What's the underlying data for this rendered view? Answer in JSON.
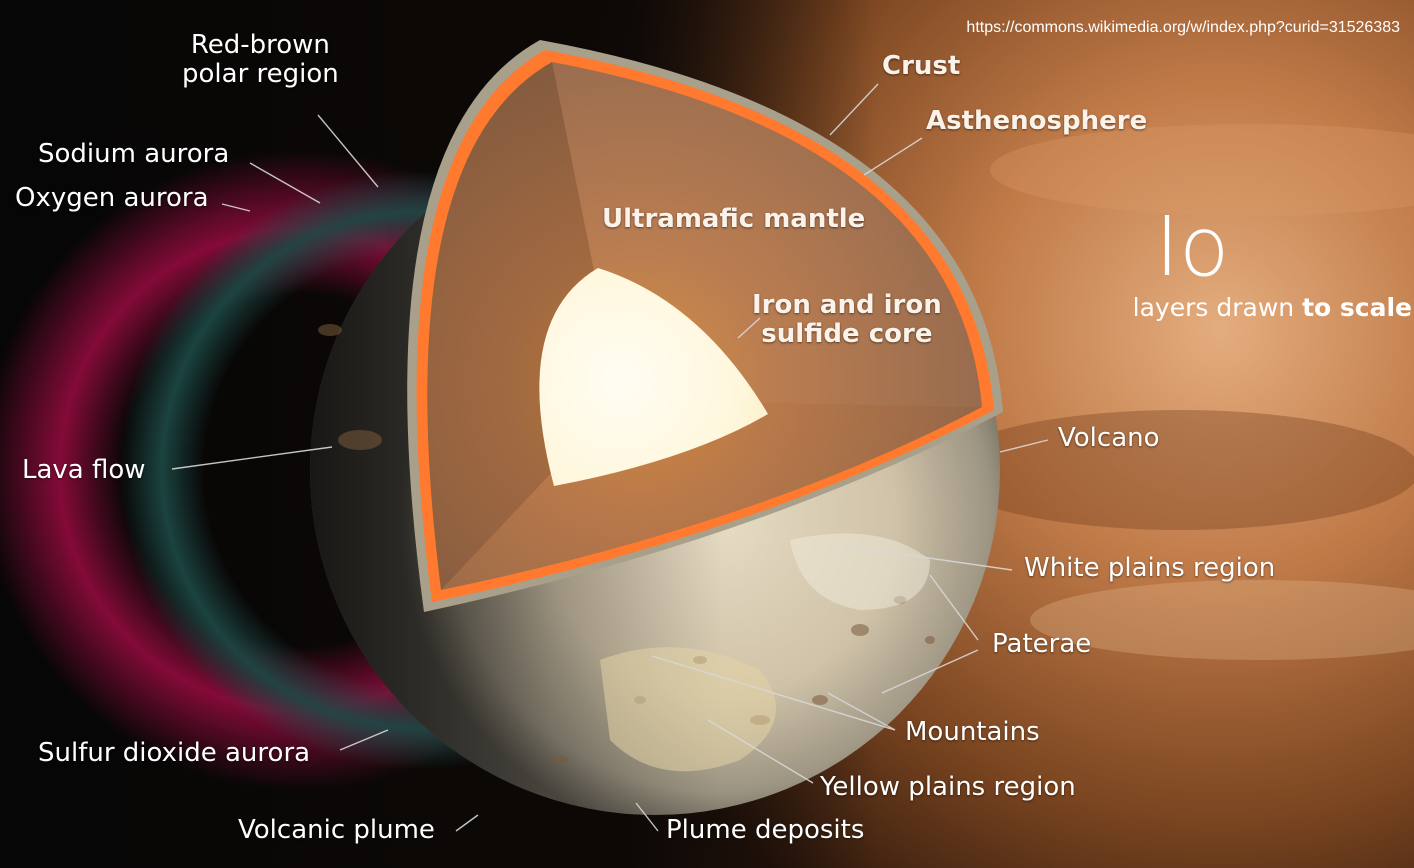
{
  "credit": "https://commons.wikimedia.org/w/index.php?curid=31526383",
  "title": "Io",
  "subtitle": {
    "prefix": "layers drawn ",
    "emphasis": "to scale"
  },
  "labels": {
    "red_brown_polar_region": "Red-brown\npolar region",
    "sodium_aurora": "Sodium aurora",
    "oxygen_aurora": "Oxygen aurora",
    "lava_flow": "Lava flow",
    "sulfur_dioxide_aurora": "Sulfur dioxide aurora",
    "volcanic_plume": "Volcanic plume",
    "plume_deposits": "Plume deposits",
    "yellow_plains_region": "Yellow plains region",
    "mountains": "Mountains",
    "paterae": "Paterae",
    "white_plains_region": "White plains region",
    "volcano": "Volcano",
    "crust": "Crust",
    "asthenosphere": "Asthenosphere",
    "ultramafic_mantle": "Ultramafic mantle",
    "core": "Iron and iron\nsulfide core"
  },
  "colors": {
    "background": "#070707",
    "surface": "#cfc2a8",
    "mantle": "#a06a44",
    "asthenosphere_ring": "#ff7a2e",
    "crust_rim": "#a8a08a",
    "core": "#fff7dc",
    "aurora_red": "#8a0b3a",
    "aurora_green": "#1d4a46",
    "jupiter_tone": "#c07a48"
  }
}
